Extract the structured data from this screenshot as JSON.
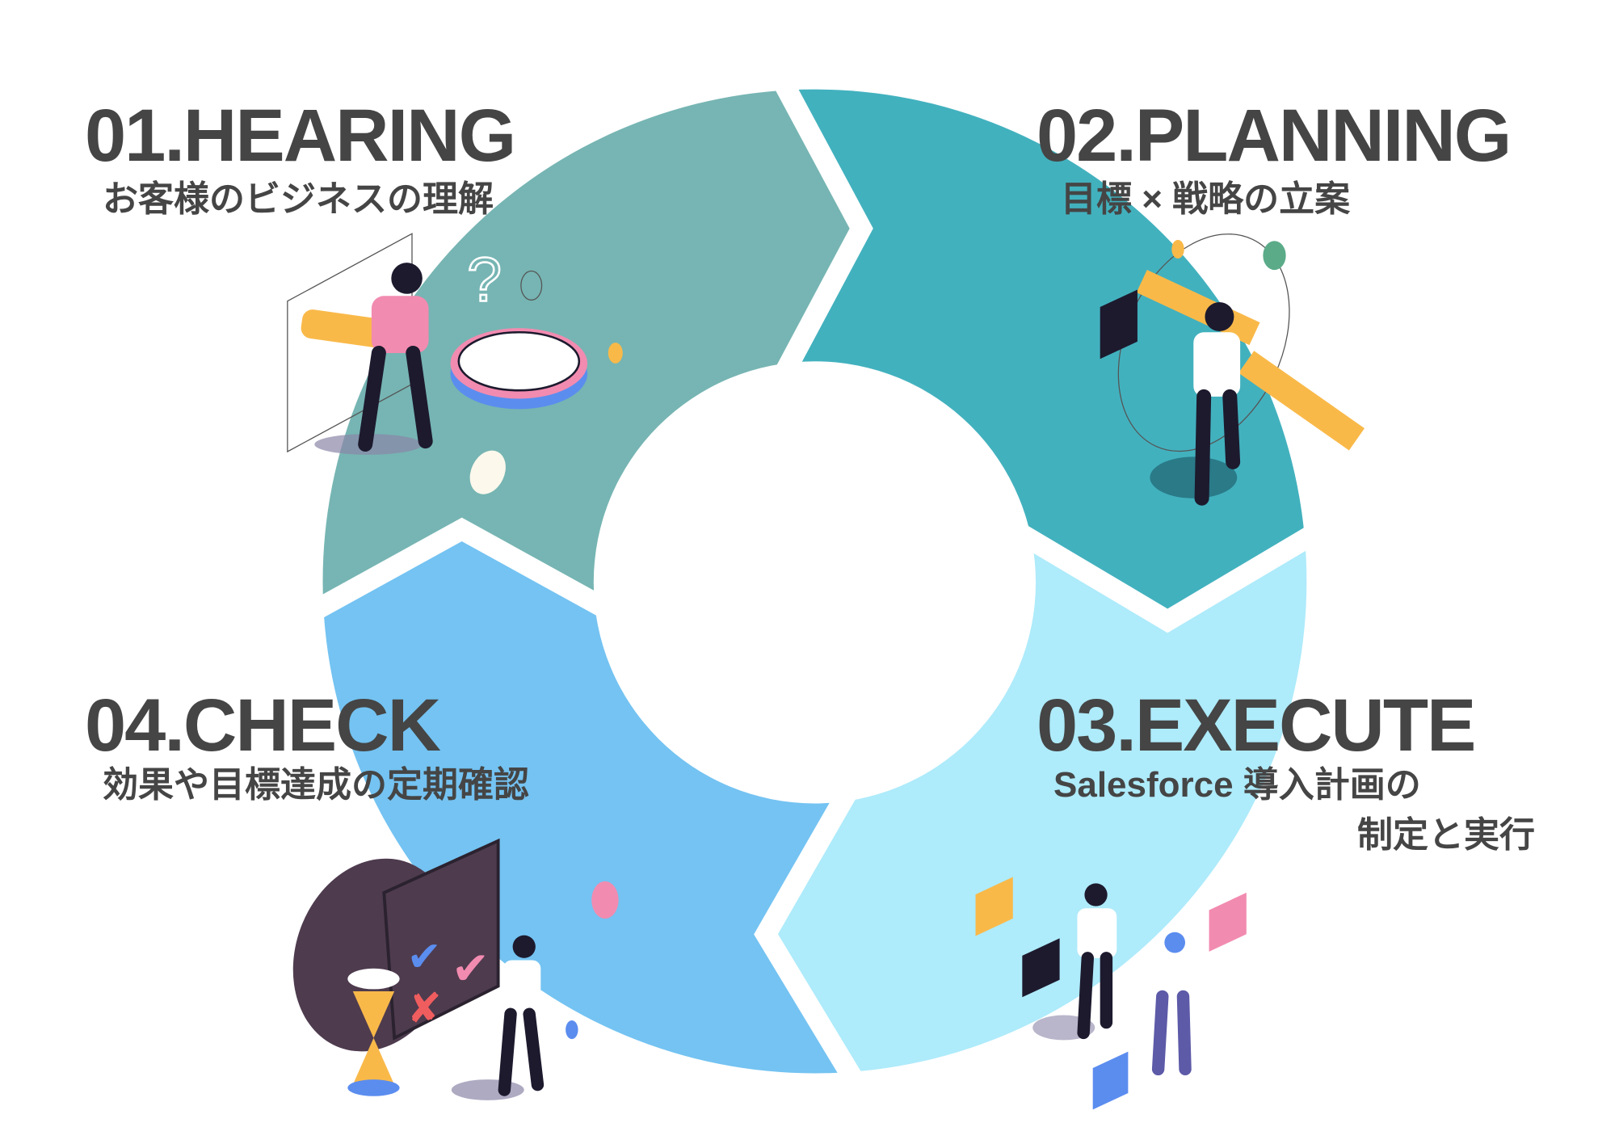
{
  "steps": [
    {
      "title": "01.HEARING",
      "subtitle": "お客様のビジネスの理解",
      "color": "#76B5B3"
    },
    {
      "title": "02.PLANNING",
      "subtitle": "目標 × 戦略の立案",
      "color": "#42B1BE"
    },
    {
      "title": "03.EXECUTE",
      "subtitle_line1": "Salesforce 導入計画の",
      "subtitle_line2": "制定と実行",
      "color": "#AEEBFB"
    },
    {
      "title": "04.CHECK",
      "subtitle": "効果や目標達成の定期確認",
      "color": "#74C3F2"
    }
  ],
  "text_color": "#454545"
}
